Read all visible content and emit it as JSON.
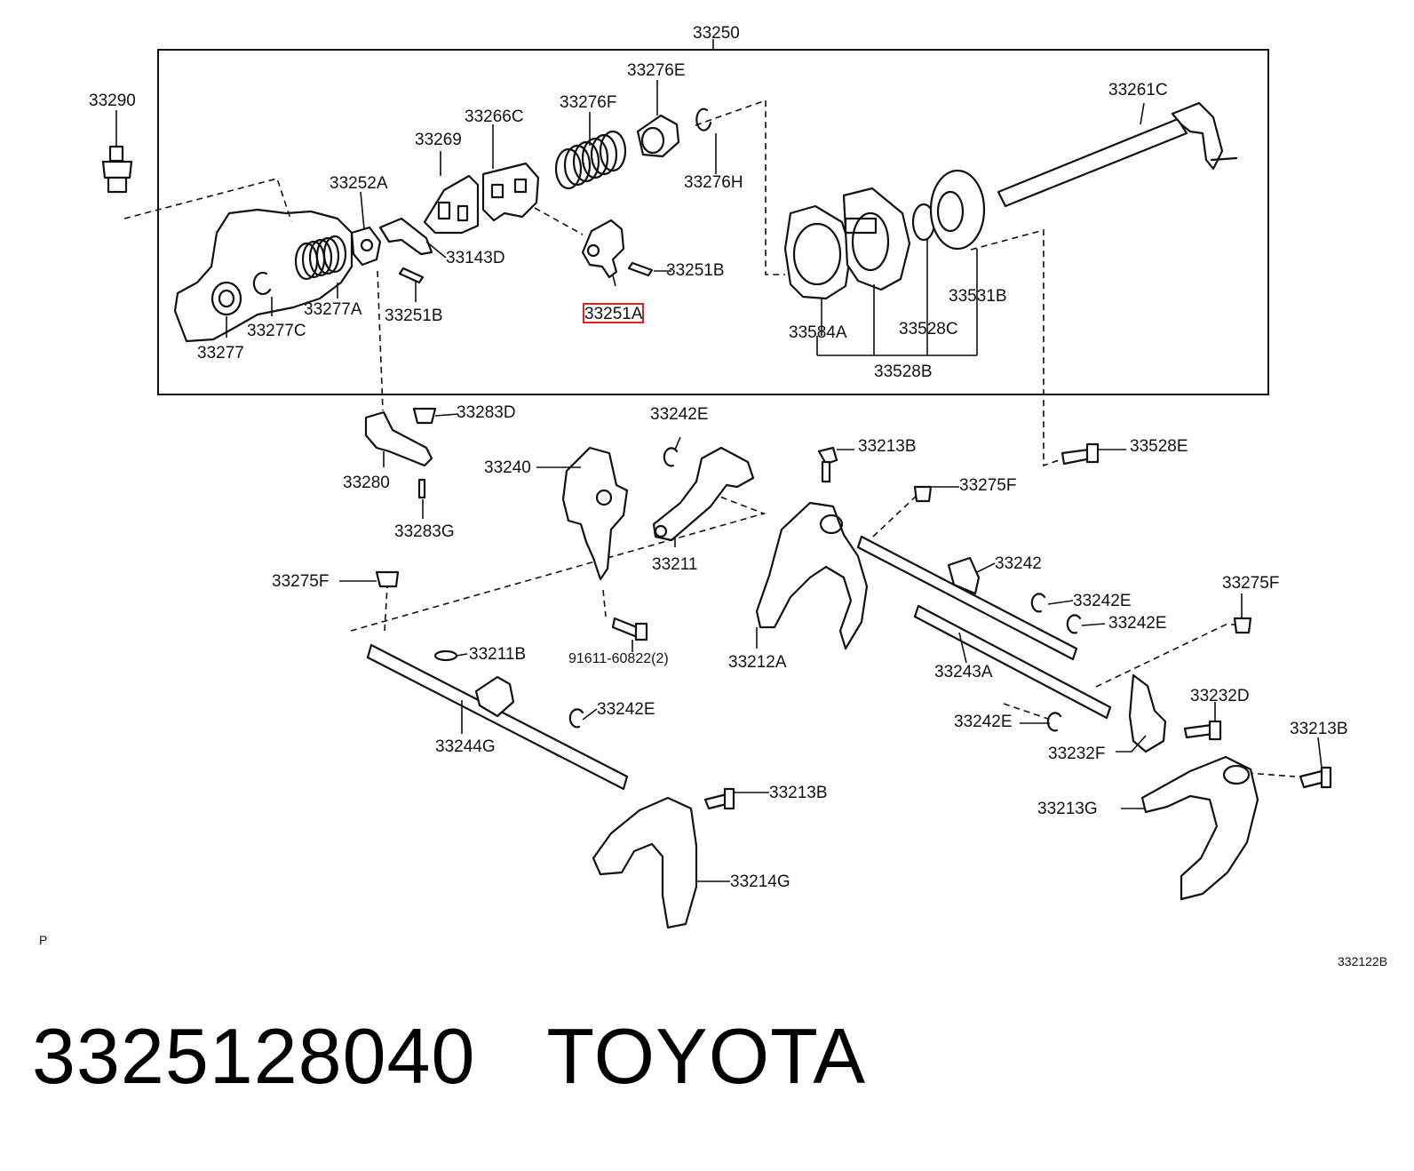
{
  "labels": {
    "group": "33250",
    "p33290": "33290",
    "p33269": "33269",
    "p33266C": "33266C",
    "p33276F": "33276F",
    "p33276E": "33276E",
    "p33276H": "33276H",
    "p33261C": "33261C",
    "p33252A": "33252A",
    "p33143D": "33143D",
    "p33251B_a": "33251B",
    "p33251B_b": "33251B",
    "p33251A": "33251A",
    "p33277A": "33277A",
    "p33277C": "33277C",
    "p33277": "33277",
    "p33584A": "33584A",
    "p33528C": "33528C",
    "p33531B": "33531B",
    "p33528B": "33528B",
    "p33283D": "33283D",
    "p33280": "33280",
    "p33283G": "33283G",
    "p33242E_top": "33242E",
    "p33240": "33240",
    "p33211": "33211",
    "p33213B_top": "33213B",
    "p33528E": "33528E",
    "p33275F_right": "33275F",
    "p33242": "33242",
    "p33242E_r1": "33242E",
    "p33242E_r2": "33242E",
    "p33212A": "33212A",
    "p33243A": "33243A",
    "p33275F_far": "33275F",
    "p33275F_left": "33275F",
    "p33211B": "33211B",
    "p91611": "91611-60822(2)",
    "p33242E_low": "33242E",
    "p33244G": "33244G",
    "p33242E_mid": "33242E",
    "p33232D": "33232D",
    "p33232F": "33232F",
    "p33213B_far": "33213B",
    "p33213B_low": "33213B",
    "p33213G": "33213G",
    "p33214G": "33214G",
    "page_marker": "P",
    "figure_ref": "332122B"
  },
  "highlighted_part": "33251A",
  "highlight_color": "#e0221e",
  "footer": {
    "part_number": "3325128040",
    "brand": "TOYOTA"
  }
}
